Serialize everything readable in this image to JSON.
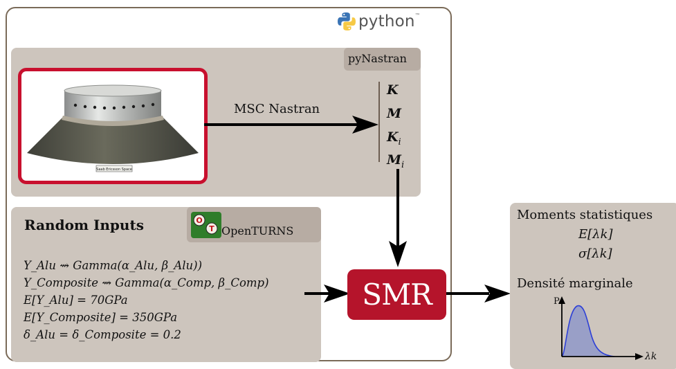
{
  "python_logo": {
    "text": "python",
    "tm": "™"
  },
  "pynastran": {
    "label": "pyNastran"
  },
  "nastran_arrow": {
    "label": "MSC Nastran"
  },
  "matrices": [
    "K",
    "M",
    "K",
    "M"
  ],
  "matrix_subscripts": [
    "",
    "",
    "i",
    "i"
  ],
  "photo": {
    "plate_text": "Saab Ericsson Space"
  },
  "random_inputs": {
    "title": "Random Inputs",
    "badge": "OpenTURNS",
    "logo_letters": [
      "O",
      "T"
    ],
    "lines": [
      "Y_Alu ⇝ Gamma(α_Alu, β_Alu))",
      "Y_Composite ⇝ Gamma(α_Comp, β_Comp)",
      "E[Y_Alu] = 70GPa",
      "E[Y_Composite] = 350GPa",
      "δ_Alu = δ_Composite = 0.2"
    ]
  },
  "smr": {
    "label": "SMR"
  },
  "outputs": {
    "moments_title": "Moments statistiques",
    "expectation": "E[λk]",
    "std": "σ[λk]",
    "density_title": "Densité marginale",
    "axis_y": "P",
    "axis_x": "λk"
  },
  "colors": {
    "panel": "#cdc5bd",
    "tag": "#b7aca3",
    "frame": "#7a6a58",
    "smr": "#b5142b",
    "photo_border": "#c8102e",
    "curve": "#2c3fd6",
    "curve_fill": "#8f98c9"
  }
}
